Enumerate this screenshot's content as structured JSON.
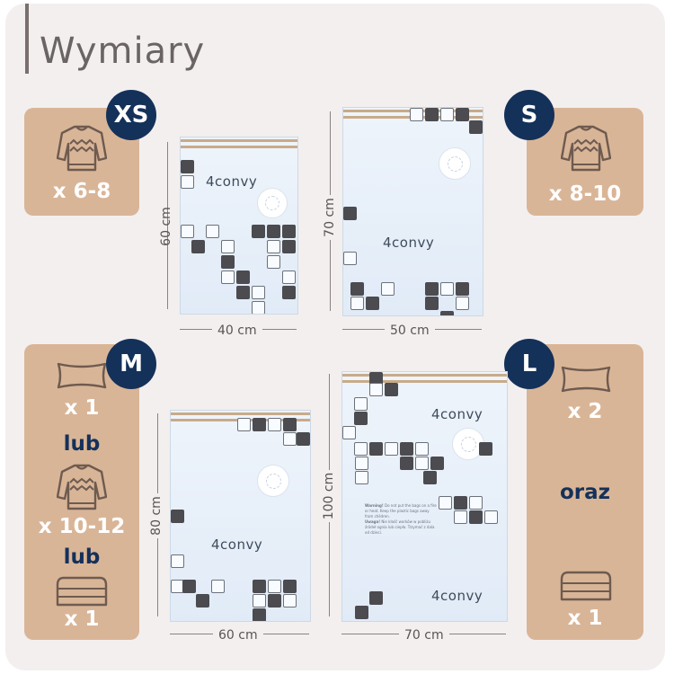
{
  "title": "Wymiary",
  "sizes": {
    "xs": {
      "label": "XS",
      "count": "x 6-8",
      "width": "40 cm",
      "height": "60 cm"
    },
    "s": {
      "label": "S",
      "count": "x 8-10",
      "width": "50 cm",
      "height": "70 cm"
    },
    "m": {
      "label": "M",
      "pillow_count": "x 1",
      "or1": "lub",
      "sweater_count": "x 10-12",
      "or2": "lub",
      "duvet_count": "x 1",
      "width": "60 cm",
      "height": "80 cm"
    },
    "l": {
      "label": "L",
      "pillow_count": "x 2",
      "and": "oraz",
      "duvet_count": "x 1",
      "width": "70 cm",
      "height": "100 cm"
    }
  },
  "bag": {
    "brand": "4convy",
    "warning_label": "Warning!",
    "warning_text": "Do not put the bags on a fire or heat. Keep the plastic bags away from children.",
    "uwaga_label": "Uwaga!",
    "uwaga_text": "Nie kłaść worków w pobliżu źródeł ognia lub ciepła. Trzymać z dala od dzieci."
  },
  "colors": {
    "accent": "#14315a",
    "tan": "#d9b597",
    "panel": "#f3efef"
  },
  "icons": [
    "sweater-icon",
    "pillow-icon",
    "duvet-icon",
    "valve-icon",
    "arrow-icon"
  ]
}
